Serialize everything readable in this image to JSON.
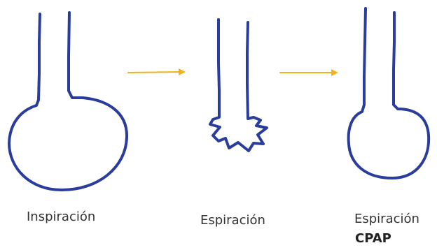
{
  "colors": {
    "outline": "#2a3d9c",
    "arrow": "#f2b21c",
    "text": "#333333"
  },
  "stages": [
    {
      "label": "Inspiración",
      "state": "inflated"
    },
    {
      "label": "Espiración",
      "state": "collapsed"
    },
    {
      "label": "Espiración",
      "sublabel": "CPAP",
      "state": "inflated"
    }
  ]
}
